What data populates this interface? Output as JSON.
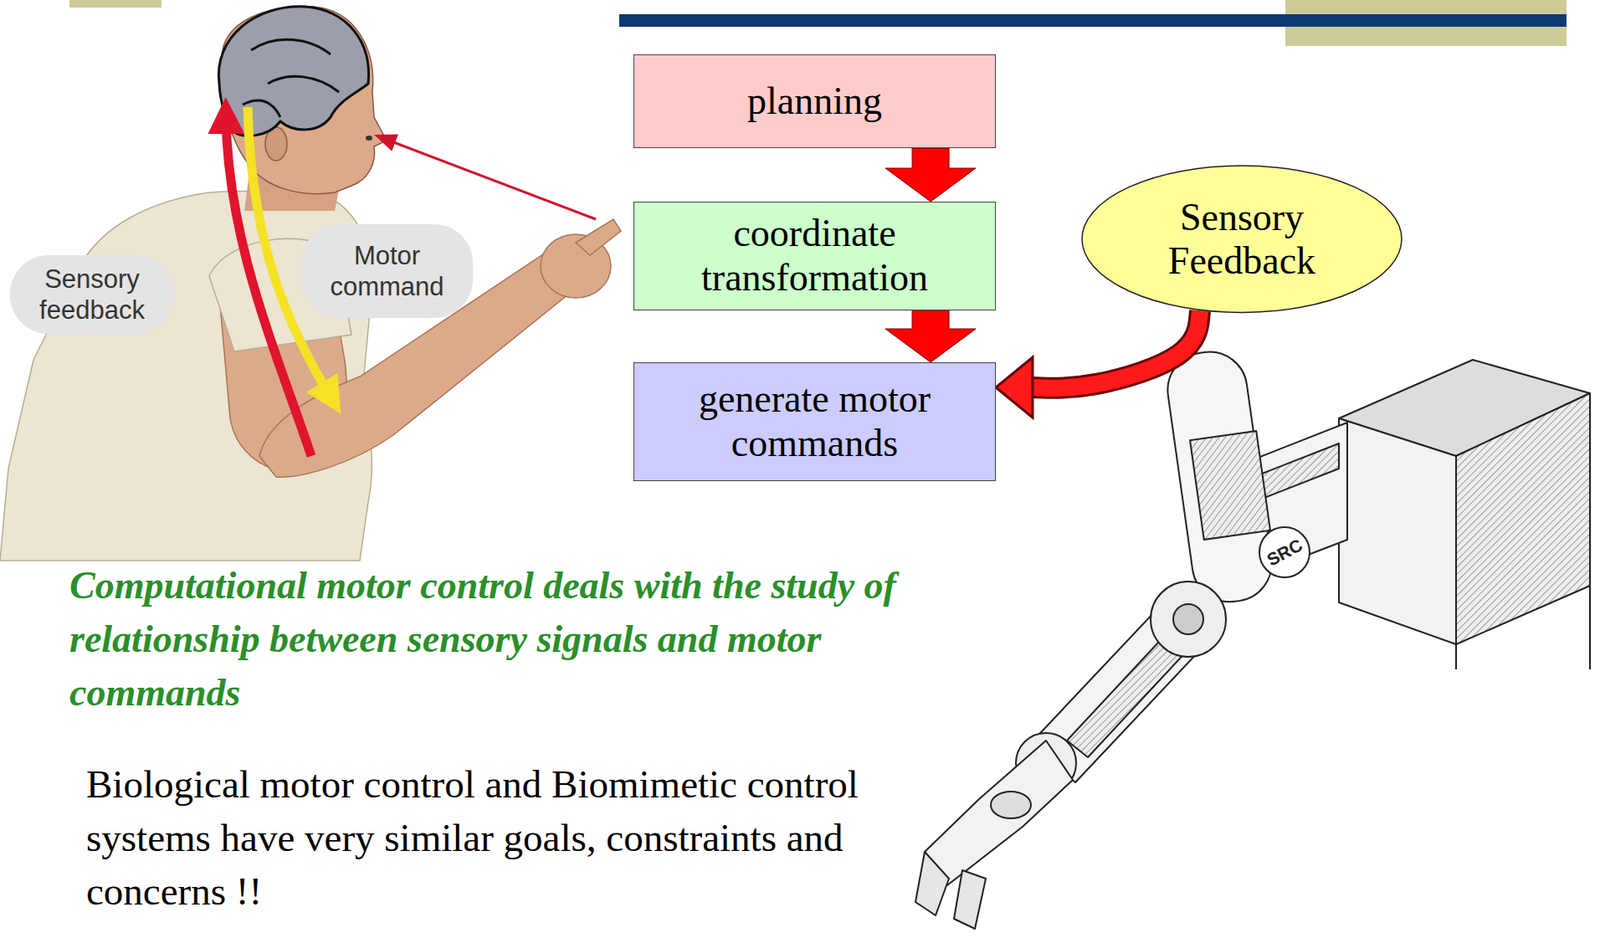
{
  "diagram": {
    "nodes": [
      {
        "text": [
          "Motor command"
        ]
      },
      {
        "text": [
          "Sensory feedback"
        ]
      },
      {
        "text": [
          "planning"
        ]
      },
      {
        "text": [
          "coordinate transformation"
        ]
      },
      {
        "text": [
          "generate motor commands"
        ]
      },
      {
        "text": [
          "Sensory Feedback"
        ]
      }
    ],
    "edges": [
      {
        "from": 2,
        "to": 3,
        "arrow": "to"
      },
      {
        "from": 3,
        "to": 4,
        "arrow": "to"
      },
      {
        "from": 5,
        "to": 4,
        "arrow": "to"
      }
    ],
    "labels": [
      "Computational motor control deals with the study of relationship between sensory signals and motor commands",
      "Biological motor control and Biomimetic control systems have very similar goals, constraints and concerns !!",
      "SRC"
    ]
  }
}
